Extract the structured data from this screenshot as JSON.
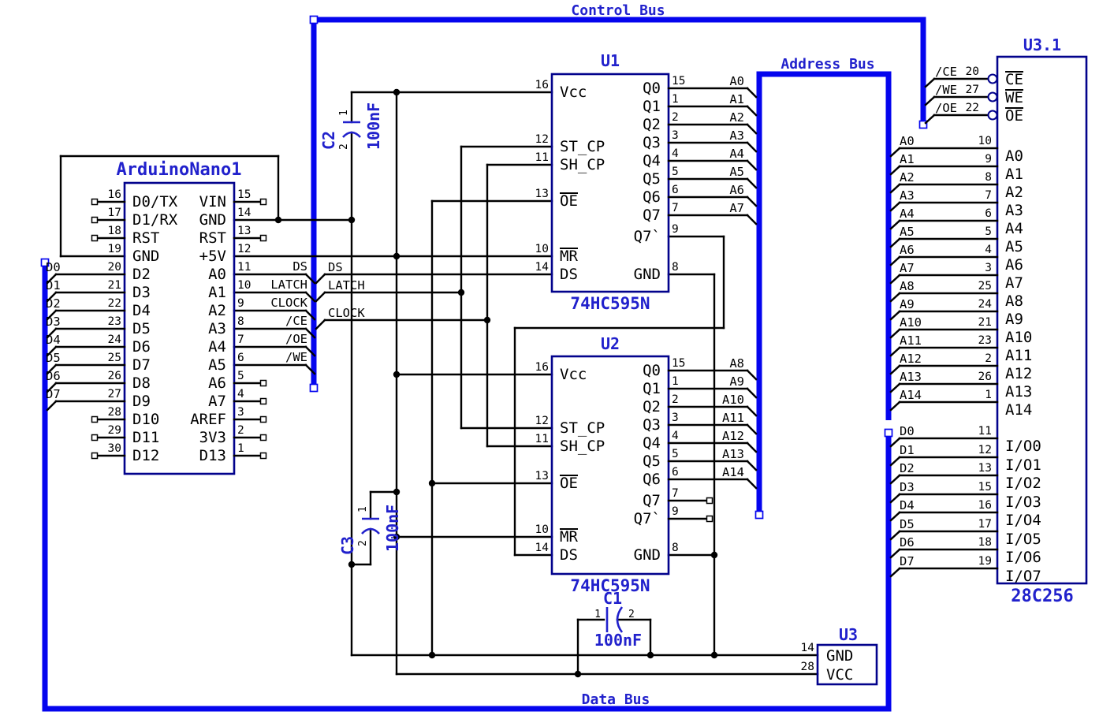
{
  "buses": {
    "control_label": "Control Bus",
    "address_label": "Address Bus",
    "data_label": "Data Bus"
  },
  "components": {
    "arduino": {
      "ref": "ArduinoNano1",
      "left_pins": [
        {
          "num": "16",
          "name": "D0/TX"
        },
        {
          "num": "17",
          "name": "D1/RX"
        },
        {
          "num": "18",
          "name": "RST"
        },
        {
          "num": "19",
          "name": "GND"
        },
        {
          "num": "20",
          "name": "D2"
        },
        {
          "num": "21",
          "name": "D3"
        },
        {
          "num": "22",
          "name": "D4"
        },
        {
          "num": "23",
          "name": "D5"
        },
        {
          "num": "24",
          "name": "D6"
        },
        {
          "num": "25",
          "name": "D7"
        },
        {
          "num": "26",
          "name": "D8"
        },
        {
          "num": "27",
          "name": "D9"
        },
        {
          "num": "28",
          "name": "D10"
        },
        {
          "num": "29",
          "name": "D11"
        },
        {
          "num": "30",
          "name": "D12"
        }
      ],
      "right_pins": [
        {
          "num": "15",
          "name": "VIN"
        },
        {
          "num": "14",
          "name": "GND"
        },
        {
          "num": "13",
          "name": "RST"
        },
        {
          "num": "12",
          "name": "+5V"
        },
        {
          "num": "11",
          "name": "A0"
        },
        {
          "num": "10",
          "name": "A1"
        },
        {
          "num": "9",
          "name": "A2"
        },
        {
          "num": "8",
          "name": "A3"
        },
        {
          "num": "7",
          "name": "A4"
        },
        {
          "num": "6",
          "name": "A5"
        },
        {
          "num": "5",
          "name": "A6"
        },
        {
          "num": "4",
          "name": "A7"
        },
        {
          "num": "3",
          "name": "AREF"
        },
        {
          "num": "2",
          "name": "3V3"
        },
        {
          "num": "1",
          "name": "D13"
        }
      ]
    },
    "u1": {
      "ref": "U1",
      "part": "74HC595N",
      "left_pins": [
        {
          "num": "16",
          "name": "Vcc"
        },
        {
          "num": "12",
          "name": "ST_CP"
        },
        {
          "num": "11",
          "name": "SH_CP"
        },
        {
          "num": "13",
          "name": "OE",
          "overline": true
        },
        {
          "num": "10",
          "name": "MR",
          "overline": true
        },
        {
          "num": "14",
          "name": "DS"
        }
      ],
      "right_pins": [
        {
          "num": "15",
          "name": "Q0"
        },
        {
          "num": "1",
          "name": "Q1"
        },
        {
          "num": "2",
          "name": "Q2"
        },
        {
          "num": "3",
          "name": "Q3"
        },
        {
          "num": "4",
          "name": "Q4"
        },
        {
          "num": "5",
          "name": "Q5"
        },
        {
          "num": "6",
          "name": "Q6"
        },
        {
          "num": "7",
          "name": "Q7"
        },
        {
          "num": "9",
          "name": "Q7`"
        },
        {
          "num": "8",
          "name": "GND"
        }
      ]
    },
    "u2": {
      "ref": "U2",
      "part": "74HC595N",
      "left_pins": [
        {
          "num": "16",
          "name": "Vcc"
        },
        {
          "num": "12",
          "name": "ST_CP"
        },
        {
          "num": "11",
          "name": "SH_CP"
        },
        {
          "num": "13",
          "name": "OE",
          "overline": true
        },
        {
          "num": "10",
          "name": "MR",
          "overline": true
        },
        {
          "num": "14",
          "name": "DS"
        }
      ],
      "right_pins": [
        {
          "num": "15",
          "name": "Q0"
        },
        {
          "num": "1",
          "name": "Q1"
        },
        {
          "num": "2",
          "name": "Q2"
        },
        {
          "num": "3",
          "name": "Q3"
        },
        {
          "num": "4",
          "name": "Q4"
        },
        {
          "num": "5",
          "name": "Q5"
        },
        {
          "num": "6",
          "name": "Q6"
        },
        {
          "num": "7",
          "name": "Q7"
        },
        {
          "num": "9",
          "name": "Q7`"
        },
        {
          "num": "8",
          "name": "GND"
        }
      ]
    },
    "u3_1": {
      "ref": "U3.1",
      "part": "28C256",
      "ctrl_pins": [
        {
          "num": "20",
          "name": "CE",
          "overline": true
        },
        {
          "num": "27",
          "name": "WE",
          "overline": true
        },
        {
          "num": "22",
          "name": "OE",
          "overline": true
        }
      ],
      "addr_pins": [
        {
          "num": "10",
          "name": "A0"
        },
        {
          "num": "9",
          "name": "A1"
        },
        {
          "num": "8",
          "name": "A2"
        },
        {
          "num": "7",
          "name": "A3"
        },
        {
          "num": "6",
          "name": "A4"
        },
        {
          "num": "5",
          "name": "A5"
        },
        {
          "num": "4",
          "name": "A6"
        },
        {
          "num": "3",
          "name": "A7"
        },
        {
          "num": "25",
          "name": "A8"
        },
        {
          "num": "24",
          "name": "A9"
        },
        {
          "num": "21",
          "name": "A10"
        },
        {
          "num": "23",
          "name": "A11"
        },
        {
          "num": "2",
          "name": "A12"
        },
        {
          "num": "26",
          "name": "A13"
        },
        {
          "num": "1",
          "name": "A14"
        }
      ],
      "data_pins": [
        {
          "num": "11",
          "name": "I/O0"
        },
        {
          "num": "12",
          "name": "I/O1"
        },
        {
          "num": "13",
          "name": "I/O2"
        },
        {
          "num": "15",
          "name": "I/O3"
        },
        {
          "num": "16",
          "name": "I/O4"
        },
        {
          "num": "17",
          "name": "I/O5"
        },
        {
          "num": "18",
          "name": "I/O6"
        },
        {
          "num": "19",
          "name": "I/O7"
        }
      ]
    },
    "u3": {
      "ref": "U3",
      "pins": [
        {
          "num": "14",
          "name": "GND"
        },
        {
          "num": "28",
          "name": "VCC"
        }
      ]
    },
    "c1": {
      "ref": "C1",
      "value": "100nF",
      "pin1": "1",
      "pin2": "2"
    },
    "c2": {
      "ref": "C2",
      "value": "100nF",
      "pin1": "1",
      "pin2": "2"
    },
    "c3": {
      "ref": "C3",
      "value": "100nF",
      "pin1": "1",
      "pin2": "2"
    }
  },
  "net_labels": {
    "data_left": [
      "D0",
      "D1",
      "D2",
      "D3",
      "D4",
      "D5",
      "D6",
      "D7"
    ],
    "arduino_ctrl": [
      "DS",
      "LATCH",
      "CLOCK",
      "/CE",
      "/OE",
      "/WE"
    ],
    "bus_exit_ctrl": [
      "DS",
      "LATCH",
      "CLOCK"
    ],
    "u1_out": [
      "A0",
      "A1",
      "A2",
      "A3",
      "A4",
      "A5",
      "A6",
      "A7"
    ],
    "u2_out": [
      "A8",
      "A9",
      "A10",
      "A11",
      "A12",
      "A13",
      "A14"
    ],
    "eeprom_ctrl": [
      "/CE",
      "/WE",
      "/OE"
    ],
    "eeprom_addr": [
      "A0",
      "A1",
      "A2",
      "A3",
      "A4",
      "A5",
      "A6",
      "A7",
      "A8",
      "A9",
      "A10",
      "A11",
      "A12",
      "A13",
      "A14"
    ],
    "eeprom_data": [
      "D0",
      "D1",
      "D2",
      "D3",
      "D4",
      "D5",
      "D6",
      "D7"
    ]
  },
  "colors": {
    "bus": "#0505ee",
    "outline": "#02028c",
    "label": "#2121cc",
    "wire": "#000000"
  }
}
